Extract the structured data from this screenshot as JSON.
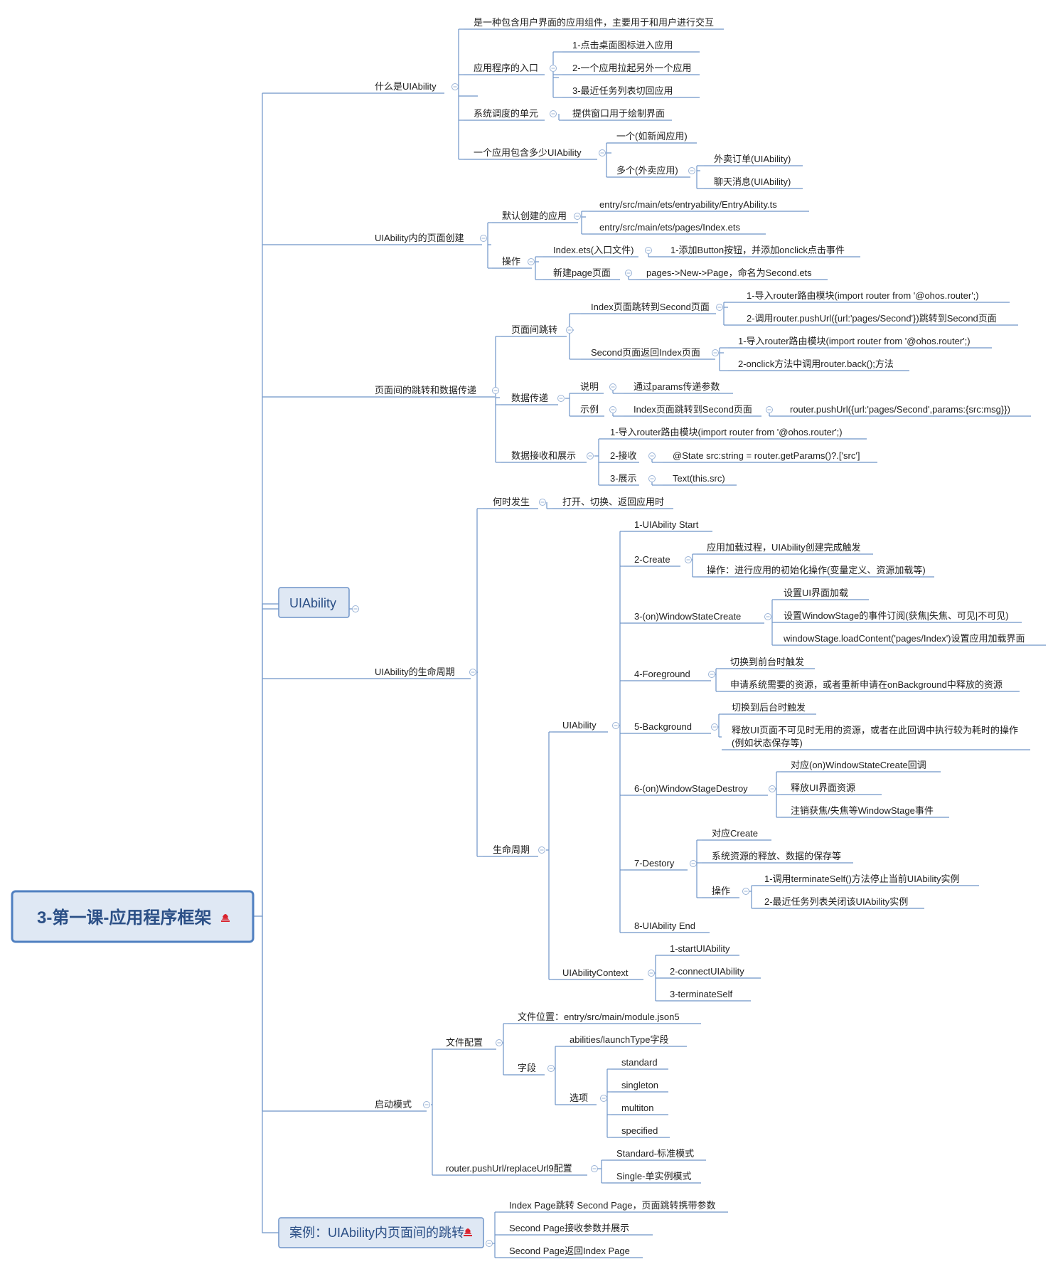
{
  "map": {
    "root": "3-第一课-应用程序框架",
    "nodes": {
      "n1": "UIAbility",
      "n2": "案例：UIAbility内页面间的跳转",
      "a1": "什么是UIAbility",
      "a2": "UIAbility内的页面创建",
      "a3": "页面间的跳转和数据传递",
      "a4": "UIAbility的生命周期",
      "a5": "启动模式",
      "b1": "是一种包含用户界面的应用组件，主要用于和用户进行交互",
      "b2": "应用程序的入口",
      "b3": "系统调度的单元",
      "b4": "一个应用包含多少UIAbility",
      "c1": "1-点击桌面图标进入应用",
      "c2": "2-一个应用拉起另外一个应用",
      "c3": "3-最近任务列表切回应用",
      "c4": "提供窗口用于绘制界面",
      "c5": "一个(如新闻应用)",
      "c6": "多个(外卖应用)",
      "c7": "外卖订单(UIAbility)",
      "c8": "聊天消息(UIAbility)",
      "d1": "默认创建的应用",
      "d2": "操作",
      "d3": "entry/src/main/ets/entryability/EntryAbility.ts",
      "d4": "entry/src/main/ets/pages/Index.ets",
      "d5": "Index.ets(入口文件)",
      "d6": "新建page页面",
      "d7": "1-添加Button按钮，并添加onclick点击事件",
      "d8": "pages->New->Page，命名为Second.ets",
      "e1": "页面间跳转",
      "e2": "数据传递",
      "e3": "数据接收和展示",
      "e4": "Index页面跳转到Second页面",
      "e5": "Second页面返回Index页面",
      "e6": "1-导入router路由模块(import router from '@ohos.router';)",
      "e7": "2-调用router.pushUrl({url:'pages/Second'})跳转到Second页面",
      "e8": "1-导入router路由模块(import router from '@ohos.router';)",
      "e9": "2-onclick方法中调用router.back();方法",
      "e10": "说明",
      "e11": "示例",
      "e12": "通过params传递参数",
      "e13": "Index页面跳转到Second页面",
      "e14": "router.pushUrl({url:'pages/Second',params:{src:msg}})",
      "e15": "1-导入router路由模块(import router from '@ohos.router';)",
      "e16": "2-接收",
      "e17": "3-展示",
      "e18": "@State src:string = router.getParams()?.['src']",
      "e19": "Text(this.src)",
      "f1": "何时发生",
      "f2": "打开、切换、返回应用时",
      "f3": "生命周期",
      "f4": "UIAbility",
      "f5": "UIAbilityContext",
      "g1": "1-UIAbility Start",
      "g2": "2-Create",
      "g3": "应用加载过程，UIAbility创建完成触发",
      "g4": "操作：进行应用的初始化操作(变量定义、资源加载等)",
      "g5": "3-(on)WindowStateCreate",
      "g6": "设置UI界面加载",
      "g7": "设置WindowStage的事件订阅(获焦|失焦、可见|不可见)",
      "g8": "windowStage.loadContent('pages/Index')设置应用加载界面",
      "g9": "4-Foreground",
      "g10": "切换到前台时触发",
      "g11": "申请系统需要的资源，或者重新申请在onBackground中释放的资源",
      "g12": "5-Background",
      "g13": "切换到后台时触发",
      "g14": "释放UI页面不可见时无用的资源，或者在此回调中执行较为耗时的操作",
      "g14b": "(例如状态保存等)",
      "g15": "6-(on)WindowStageDestroy",
      "g16": "对应(on)WindowStateCreate回调",
      "g17": "释放UI界面资源",
      "g18": "注销获焦/失焦等WindowStage事件",
      "g19": "7-Destory",
      "g20": "对应Create",
      "g21": "系统资源的释放、数据的保存等",
      "g22": "操作",
      "g23": "1-调用terminateSelf()方法停止当前UIAbility实例",
      "g24": "2-最近任务列表关闭该UIAbility实例",
      "g25": "8-UIAbility End",
      "h1": "1-startUIAbility",
      "h2": "2-connectUIAbility",
      "h3": "3-terminateSelf",
      "i1": "文件配置",
      "i2": "router.pushUrl/replaceUrl9配置",
      "i3": "文件位置：entry/src/main/module.json5",
      "i4": "字段",
      "i5": "abilities/launchType字段",
      "i6": "选项",
      "i7": "standard",
      "i8": "singleton",
      "i9": "multiton",
      "i10": "specified",
      "i11": "Standard-标准模式",
      "i12": "Single-单实例模式",
      "j1": "Index Page跳转 Second Page，页面跳转携带参数",
      "j2": "Second Page接收参数并展示",
      "j3": "Second Page返回Index Page"
    }
  },
  "colors": {
    "line": "#6e94c8",
    "root_fill": "#dfe8f4",
    "root_border": "#4f7fc0",
    "title_text": "#2b4f86",
    "flag": "#d9232e"
  },
  "icons": [
    "huawei-logo-icon",
    "collapse-toggle-icon"
  ]
}
